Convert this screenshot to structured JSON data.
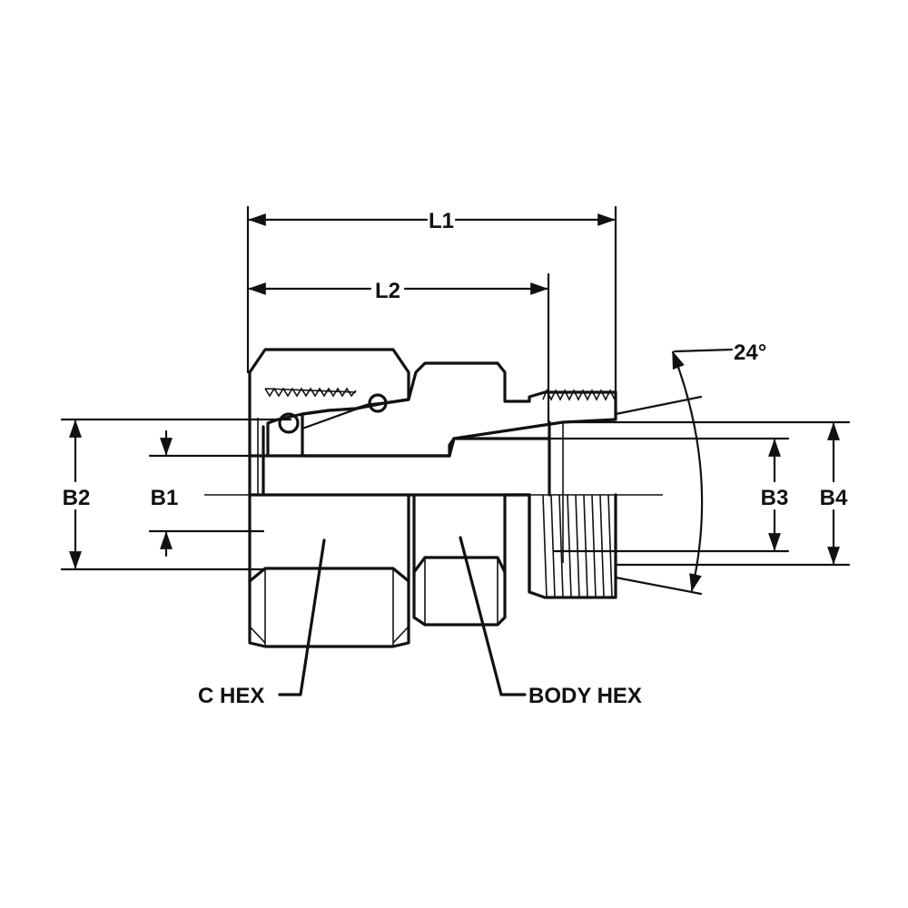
{
  "drawing": {
    "labels": {
      "l1": "L1",
      "l2": "L2",
      "angle": "24°",
      "b1": "B1",
      "b2": "B2",
      "b3": "B3",
      "b4": "B4",
      "c_hex": "C HEX",
      "body_hex": "BODY HEX"
    }
  }
}
